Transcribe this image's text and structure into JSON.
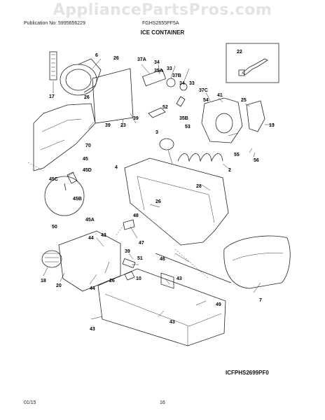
{
  "watermark": "AppliancePartsPros.com",
  "header": {
    "publication": "Publication No: 5995656229",
    "model": "FGHS2655PF5A"
  },
  "title": "ICE CONTAINER",
  "callouts": [
    "6",
    "26",
    "17",
    "37A",
    "34",
    "35A",
    "33",
    "37B",
    "26",
    "34",
    "33",
    "37C",
    "41",
    "22",
    "52",
    "54",
    "35B",
    "53",
    "25",
    "39",
    "23",
    "39",
    "2",
    "3",
    "13",
    "55",
    "56",
    "70",
    "4",
    "45",
    "45D",
    "45C",
    "45B",
    "28",
    "26",
    "45A",
    "48",
    "50",
    "43",
    "47",
    "44",
    "39",
    "51",
    "46",
    "10",
    "43",
    "26",
    "18",
    "20",
    "44",
    "43",
    "49",
    "7",
    "43"
  ],
  "code": "ICFPHS2699PF0",
  "footer": {
    "date": "01/15",
    "page": "16"
  }
}
